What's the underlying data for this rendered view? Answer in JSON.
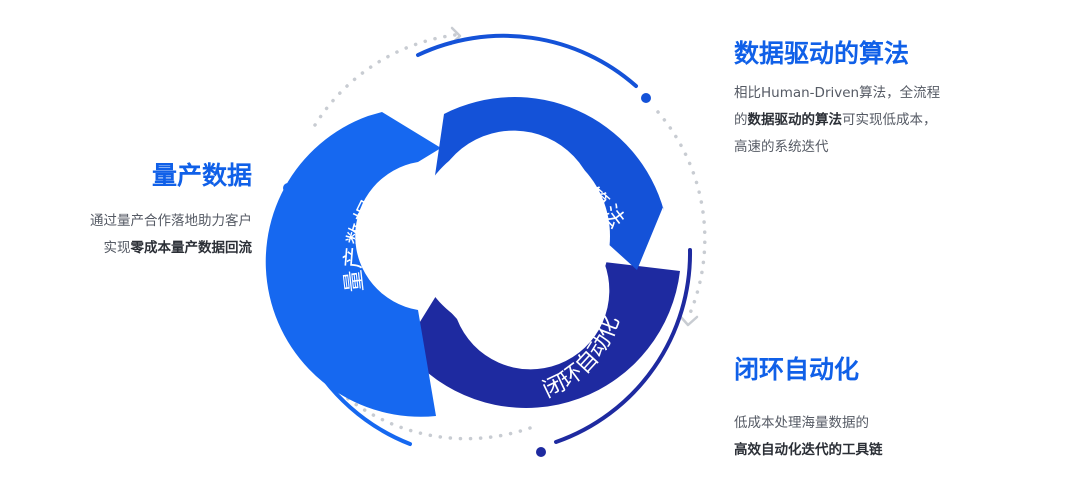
{
  "cycle": {
    "segments": [
      {
        "label": "量产数据",
        "color": "#1668f0"
      },
      {
        "label": "数据驱动的算法",
        "color": "#1452d8"
      },
      {
        "label": "闭环自动化",
        "color": "#1e2aa0"
      }
    ]
  },
  "blocks": {
    "left": {
      "title": "量产数据",
      "line1": "通过量产合作落地助力客户",
      "line2_prefix": "实现",
      "line2_bold": "零成本量产数据回流"
    },
    "top_right": {
      "title": "数据驱动的算法",
      "line1": "相比Human-Driven算法，全流程",
      "line2_prefix": "的",
      "line2_bold": "数据驱动的算法",
      "line2_suffix": "可实现低成本，",
      "line3": "高速的系统迭代"
    },
    "bottom_right": {
      "title": "闭环自动化",
      "line1": "低成本处理海量数据的",
      "line2_bold": "高效自动化迭代的工具链"
    }
  },
  "colors": {
    "accent": "#1060e8",
    "dark_blue": "#1e2aa0",
    "dots": "#c8ccd2"
  }
}
